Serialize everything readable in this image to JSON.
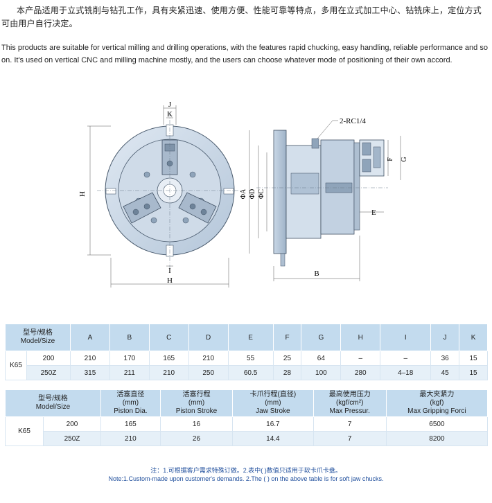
{
  "intro": {
    "cn": "本产品适用于立式铣削与钻孔工作，具有夹紧迅速、使用方便、性能可靠等特点，多用在立式加工中心、钻铣床上，定位方式可由用户自行决定。",
    "en": "This products are suitable for vertical milling and drilling operations, with the features rapid chucking, easy handling, reliable performance and so on. It's used on vertical CNC and milling machine mostly, and the users can choose whatever mode of positioning of their own accord."
  },
  "drawing": {
    "labels": {
      "J": "J",
      "K": "K",
      "H_left": "H",
      "H_bottom": "H",
      "I": "I",
      "port": "2-RC1/4",
      "A": "ΦA",
      "D": "ΦD",
      "C": "ΦC",
      "E": "E",
      "F": "F",
      "G": "G",
      "B": "B"
    }
  },
  "spec_table": {
    "model_header_cn": "型号/规格",
    "model_header_en": "Model/Size",
    "columns": [
      "A",
      "B",
      "C",
      "D",
      "E",
      "F",
      "G",
      "H",
      "I",
      "J",
      "K"
    ],
    "model": "K65",
    "rows": [
      {
        "size": "200",
        "values": [
          "210",
          "170",
          "165",
          "210",
          "55",
          "25",
          "64",
          "–",
          "–",
          "36",
          "15"
        ]
      },
      {
        "size": "250Z",
        "values": [
          "315",
          "211",
          "210",
          "250",
          "60.5",
          "28",
          "100",
          "280",
          "4–18",
          "45",
          "15"
        ]
      }
    ]
  },
  "param_table": {
    "model_header_cn": "型号/规格",
    "model_header_en": "Model/Size",
    "columns": [
      {
        "cn": "活塞直径",
        "unit": "(mm)",
        "en": "Piston Dia."
      },
      {
        "cn": "活塞行程",
        "unit": "(mm)",
        "en": "Piston Stroke"
      },
      {
        "cn": "卡爪行程(直径)",
        "unit": "(mm)",
        "en": "Jaw Stroke"
      },
      {
        "cn": "最高使用压力",
        "unit": "(kgf/cm²)",
        "en": "Max Pressur."
      },
      {
        "cn": "最大夹紧力",
        "unit": "(kgf)",
        "en": "Max Gripping Forci"
      }
    ],
    "model": "K65",
    "rows": [
      {
        "size": "200",
        "values": [
          "165",
          "16",
          "16.7",
          "7",
          "6500"
        ]
      },
      {
        "size": "250Z",
        "values": [
          "210",
          "26",
          "14.4",
          "7",
          "8200"
        ]
      }
    ]
  },
  "notes": {
    "cn": "注：1.可根据客户需求特殊订做。2.表中(  )数值只适用于软卡爪卡盘。",
    "en": "Note:1.Custom-made upon customer's demands.   2.The (  ) on the above table is for soft jaw chucks."
  }
}
